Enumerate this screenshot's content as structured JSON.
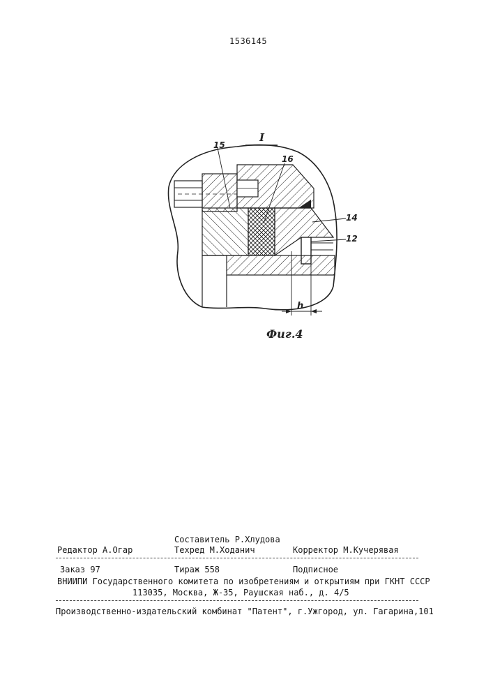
{
  "page_number": "1536145",
  "figure": {
    "detail_label": "I",
    "caption": "Фиг.4",
    "labels": {
      "l15": "15",
      "l16": "16",
      "l14": "14",
      "l12": "12",
      "h": "h"
    }
  },
  "imprint": {
    "compiler": "Составитель Р.Хлудова",
    "editor": "Редактор А.Огар",
    "techred": "Техред  М.Ходанич",
    "corrector": "Корректор М.Кучерявая",
    "order": "Заказ 97",
    "circulation": "Тираж 558",
    "subscription": "Подписное",
    "org_line": "ВНИИПИ Государственного комитета по изобретениям и открытиям при ГКНТ СССР",
    "address_line": "113035, Москва, Ж-35, Раушская наб., д. 4/5",
    "publisher_line": "Производственно-издательский комбинат \"Патент\", г.Ужгород, ул. Гагарина,101"
  }
}
